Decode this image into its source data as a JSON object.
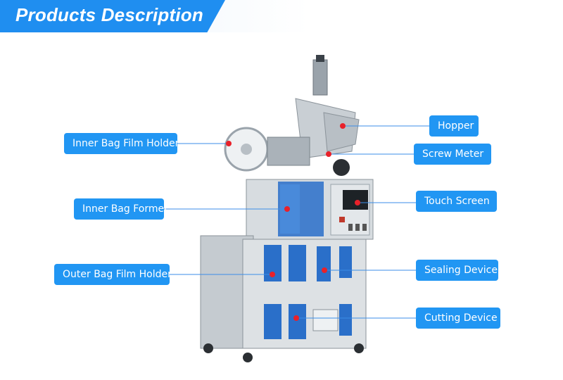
{
  "header": {
    "title": "Products Description"
  },
  "labels": {
    "inner_bag_film_holder": "Inner Bag Film Holder",
    "inner_bag_former": "Inner Bag Former",
    "outer_bag_film_holder": "Outer Bag Film Holder",
    "hopper": "Hopper",
    "screw_meter": "Screw Meter",
    "touch_screen": "Touch Screen",
    "sealing_device": "Sealing Device",
    "cutting_device": "Cutting Device"
  },
  "colors": {
    "accent": "#2196f3",
    "header": "#1f8ef0",
    "marker": "#e8212a"
  }
}
